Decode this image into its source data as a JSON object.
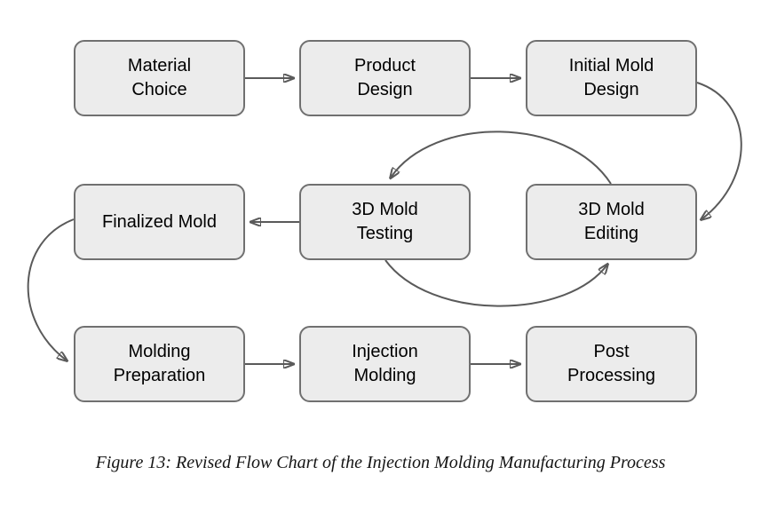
{
  "colors": {
    "background": "#ffffff",
    "node_fill": "#ececec",
    "node_border": "#707070",
    "arrow": "#5a5a5a",
    "text": "#000000"
  },
  "flowchart": {
    "nodes": [
      {
        "id": "material-choice",
        "label": "Material\nChoice"
      },
      {
        "id": "product-design",
        "label": "Product\nDesign"
      },
      {
        "id": "initial-mold-design",
        "label": "Initial Mold\nDesign"
      },
      {
        "id": "finalized-mold",
        "label": "Finalized Mold"
      },
      {
        "id": "3d-mold-testing",
        "label": "3D Mold\nTesting"
      },
      {
        "id": "3d-mold-editing",
        "label": "3D Mold\nEditing"
      },
      {
        "id": "molding-preparation",
        "label": "Molding\nPreparation"
      },
      {
        "id": "injection-molding",
        "label": "Injection\nMolding"
      },
      {
        "id": "post-processing",
        "label": "Post\nProcessing"
      }
    ],
    "edges": [
      {
        "from": "material-choice",
        "to": "product-design",
        "style": "straight"
      },
      {
        "from": "product-design",
        "to": "initial-mold-design",
        "style": "straight"
      },
      {
        "from": "initial-mold-design",
        "to": "3d-mold-editing",
        "style": "curved"
      },
      {
        "from": "3d-mold-editing",
        "to": "3d-mold-testing",
        "style": "curved-loop-top"
      },
      {
        "from": "3d-mold-testing",
        "to": "3d-mold-editing",
        "style": "curved-loop-bottom"
      },
      {
        "from": "3d-mold-testing",
        "to": "finalized-mold",
        "style": "straight"
      },
      {
        "from": "finalized-mold",
        "to": "molding-preparation",
        "style": "curved"
      },
      {
        "from": "molding-preparation",
        "to": "injection-molding",
        "style": "straight"
      },
      {
        "from": "injection-molding",
        "to": "post-processing",
        "style": "straight"
      }
    ]
  },
  "figure": {
    "caption": "Figure 13: Revised Flow Chart of the Injection Molding Manufacturing Process"
  }
}
